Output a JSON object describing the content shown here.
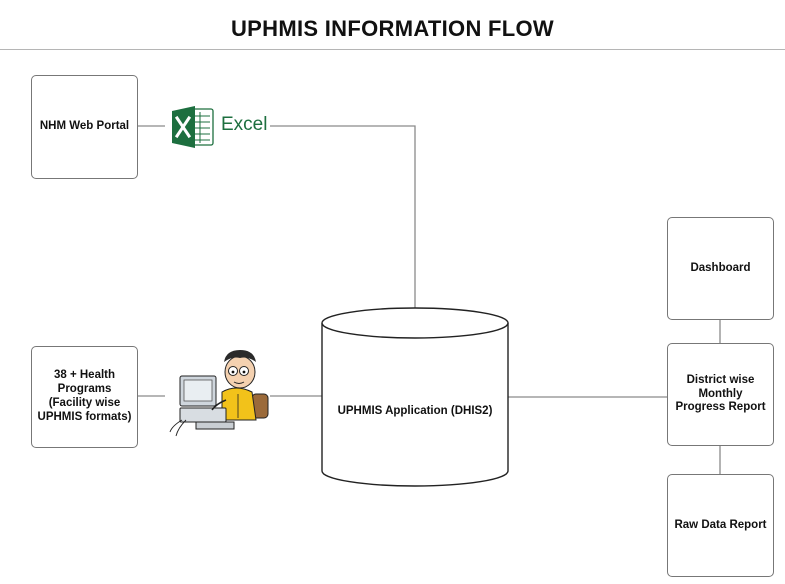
{
  "title": "UPHMIS INFORMATION FLOW",
  "nodes": {
    "nhm_portal": "NHM Web Portal",
    "health_programs": "38 + Health Programs (Facility wise UPHMIS formats)",
    "excel": "Excel",
    "uphmis_app": "UPHMIS Application (DHIS2)",
    "dashboard": "Dashboard",
    "district_report": "District wise Monthly Progress Report",
    "raw_report": "Raw Data Report"
  },
  "colors": {
    "excel_green": "#1d6f3f",
    "connector": "#8a8a8a",
    "border": "#777777"
  },
  "icons": [
    "excel-icon",
    "person-at-computer-icon",
    "database-cylinder-icon"
  ]
}
